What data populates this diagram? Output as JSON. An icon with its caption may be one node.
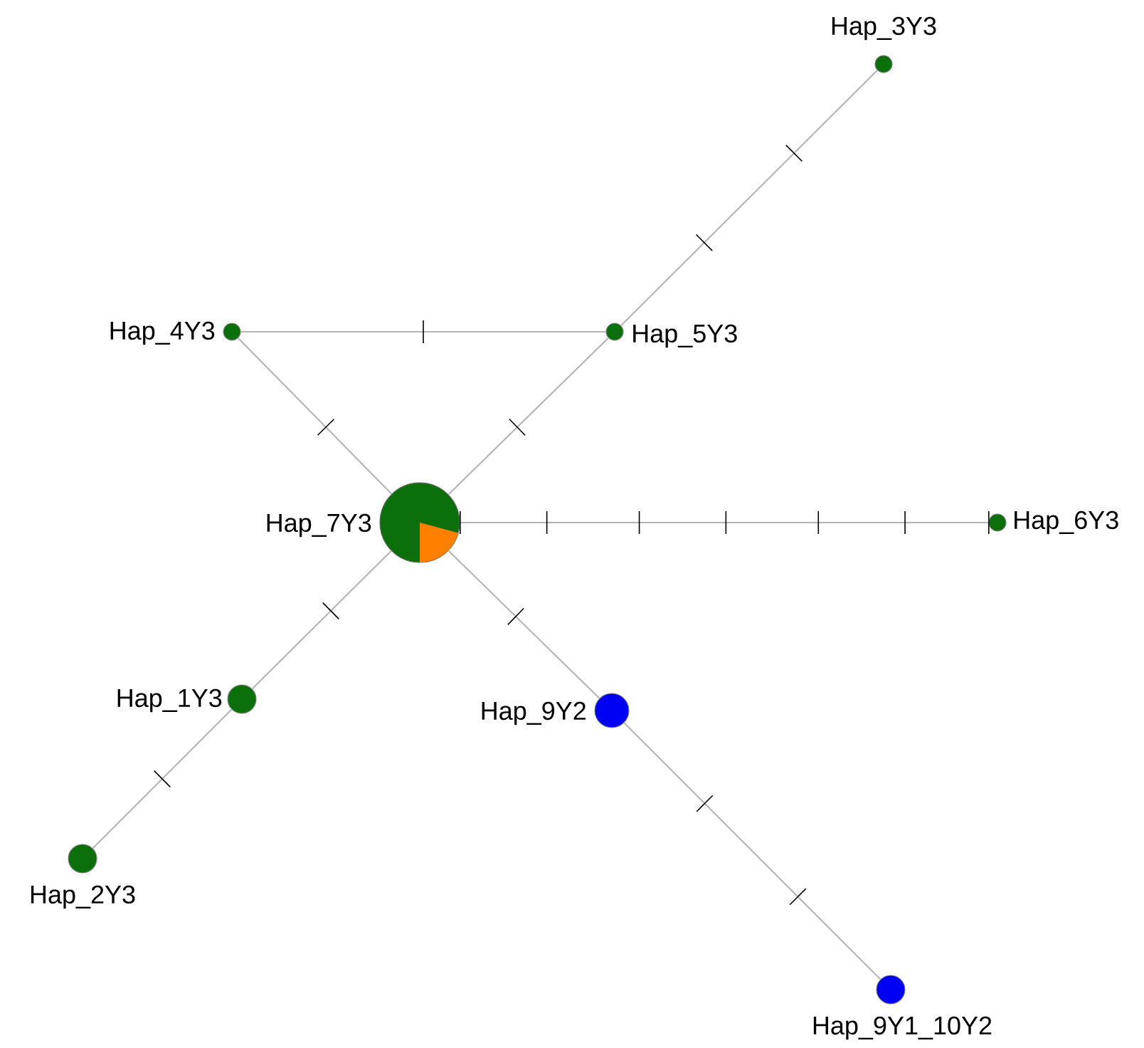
{
  "diagram": {
    "nodes": [
      {
        "text": [
          "Hap_3Y3"
        ]
      },
      {
        "text": [
          "Hap_4Y3"
        ]
      },
      {
        "text": [
          "Hap_5Y3"
        ]
      },
      {
        "text": [
          "Hap_7Y3"
        ]
      },
      {
        "text": [
          "Hap_6Y3"
        ]
      },
      {
        "text": [
          "Hap_1Y3"
        ]
      },
      {
        "text": [
          "Hap_9Y2"
        ]
      },
      {
        "text": [
          "Hap_2Y3"
        ]
      },
      {
        "text": [
          "Hap_9Y1_10Y2"
        ]
      }
    ],
    "edges": [
      {
        "from": 2,
        "to": 0,
        "arrow": "none"
      },
      {
        "from": 1,
        "to": 2,
        "arrow": "none"
      },
      {
        "from": 1,
        "to": 3,
        "arrow": "none"
      },
      {
        "from": 3,
        "to": 2,
        "arrow": "none"
      },
      {
        "from": 3,
        "to": 4,
        "arrow": "none"
      },
      {
        "from": 3,
        "to": 5,
        "arrow": "none"
      },
      {
        "from": 5,
        "to": 7,
        "arrow": "none"
      },
      {
        "from": 3,
        "to": 6,
        "arrow": "none"
      },
      {
        "from": 6,
        "to": 8,
        "arrow": "none"
      }
    ]
  }
}
